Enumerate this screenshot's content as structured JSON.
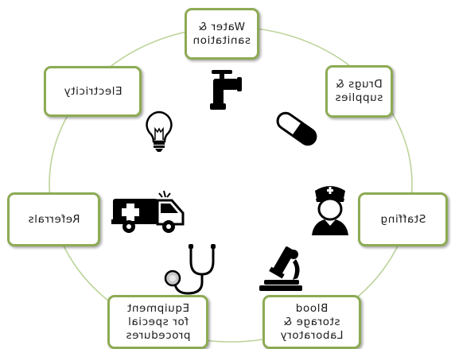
{
  "diagram": {
    "colors": {
      "box_border": "#8dab54",
      "ring": "#bcd49a",
      "icon": "#000000"
    },
    "nodes": [
      {
        "id": "water",
        "label": "Water &\nsanitation",
        "icon": "faucet-icon"
      },
      {
        "id": "drugs",
        "label": "Drugs &\nsupplies",
        "icon": "pill-capsule-icon"
      },
      {
        "id": "staffing",
        "label": "Staffing",
        "icon": "nurse-icon"
      },
      {
        "id": "blood",
        "label": "Blood\nstorage &\nLaboratory",
        "icon": "microscope-icon"
      },
      {
        "id": "equipment",
        "label": "Equipment\nfor special\nprocedures",
        "icon": "stethoscope-icon"
      },
      {
        "id": "referrals",
        "label": "Referrals",
        "icon": "ambulance-icon"
      },
      {
        "id": "electricity",
        "label": "Electricity",
        "icon": "light-bulb-icon"
      }
    ]
  }
}
